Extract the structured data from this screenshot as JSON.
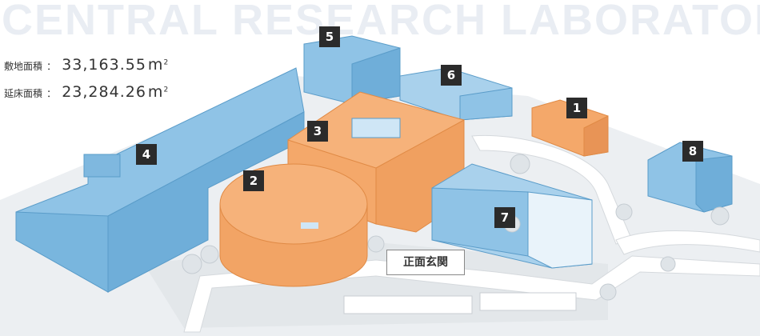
{
  "header": {
    "title": "CENTRAL RESEARCH LABORATORY"
  },
  "stats": {
    "site_area_label": "敷地面積",
    "site_area_value": "33,163.55",
    "floor_area_label": "延床面積",
    "floor_area_value": "23,284.26",
    "separator": "：",
    "unit": "m",
    "unit_power": "2"
  },
  "buildings": [
    {
      "number": "1",
      "color": "orange"
    },
    {
      "number": "2",
      "color": "orange"
    },
    {
      "number": "3",
      "color": "orange"
    },
    {
      "number": "4",
      "color": "blue"
    },
    {
      "number": "5",
      "color": "blue"
    },
    {
      "number": "6",
      "color": "blue"
    },
    {
      "number": "7",
      "color": "blue"
    },
    {
      "number": "8",
      "color": "blue"
    }
  ],
  "entrance": {
    "label": "正面玄関"
  },
  "colors": {
    "building_blue": "#8fc3e6",
    "building_blue_dark": "#5a9cc9",
    "building_orange": "#f4a86a",
    "building_orange_dark": "#e08a45",
    "ground": "#e9ecef",
    "road": "#ffffff",
    "badge": "#2b2b2b",
    "watermark": "#e9edf3"
  }
}
